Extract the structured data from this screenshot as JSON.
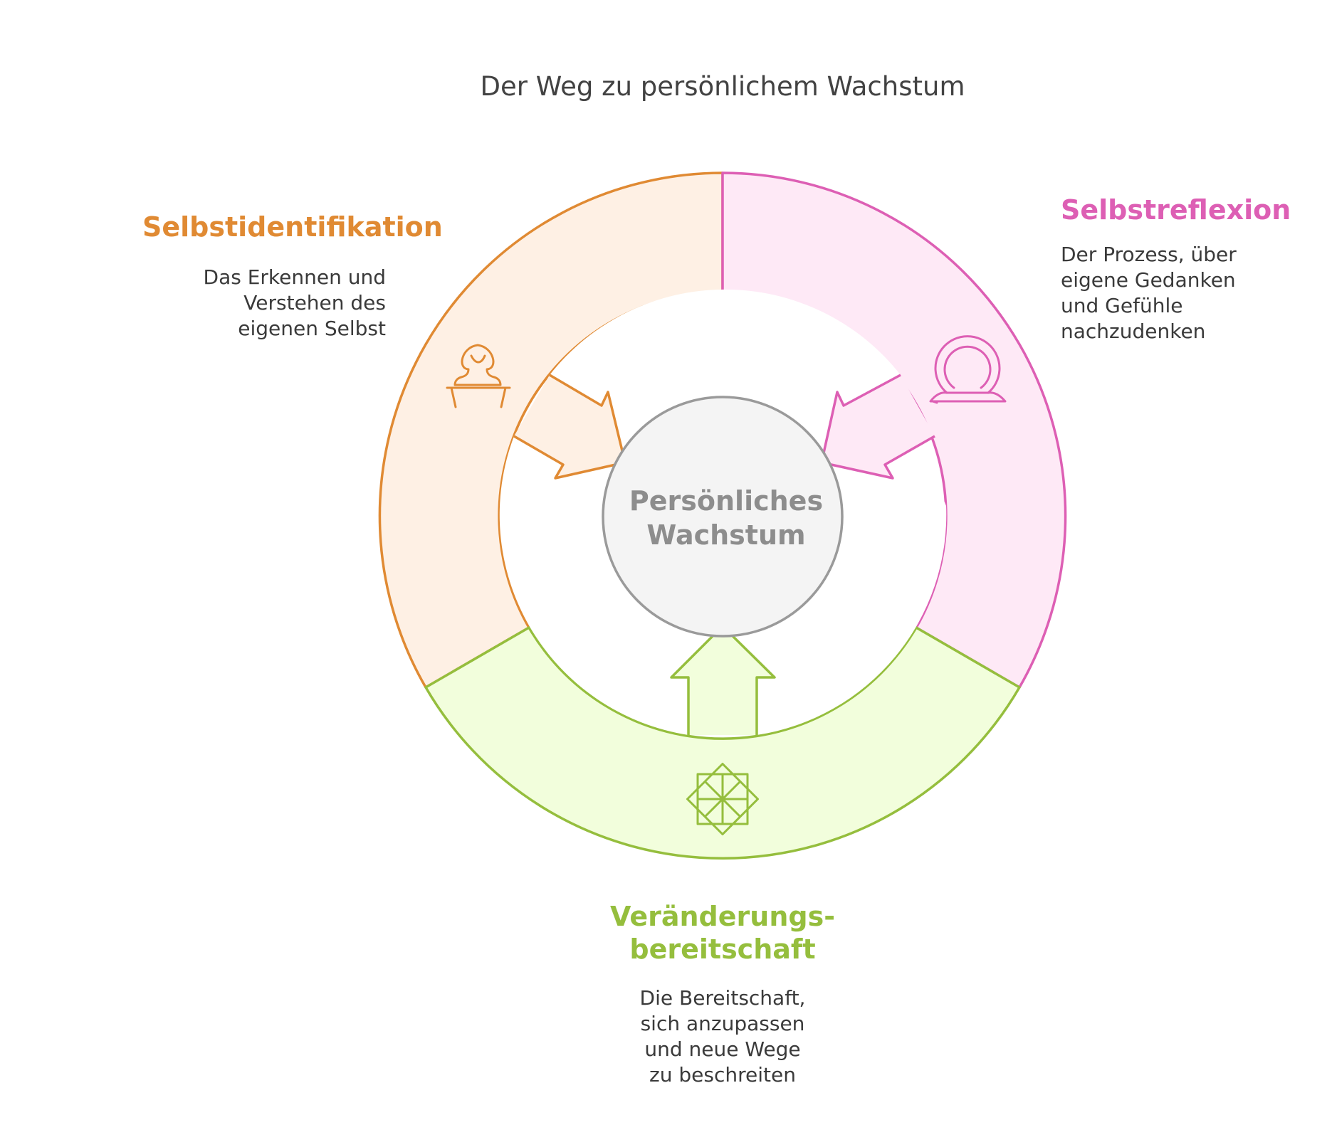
{
  "title": "Der Weg zu persönlichem Wachstum",
  "center": {
    "label": "Persönliches\nWachstum"
  },
  "colors": {
    "identification": "#E08A33",
    "reflection": "#DD5FB4",
    "change": "#95BE3D",
    "center": "#9A9A9A"
  },
  "segments": [
    {
      "id": "identification",
      "title": "Selbstidentifikation",
      "description": "Das Erkennen und\nVerstehen des\neigenen Selbst",
      "icon": "person-at-desk-icon"
    },
    {
      "id": "reflection",
      "title": "Selbstreflexion",
      "description": "Der Prozess, über\neigene Gedanken\nund Gefühle\nnachzudenken",
      "icon": "mirror-icon"
    },
    {
      "id": "change",
      "title": "Veränderungs-\nbereitschaft",
      "description": "Die Bereitschaft,\nsich anzupassen\nund neue Wege\nzu beschreiten",
      "icon": "compass-star-icon"
    }
  ]
}
